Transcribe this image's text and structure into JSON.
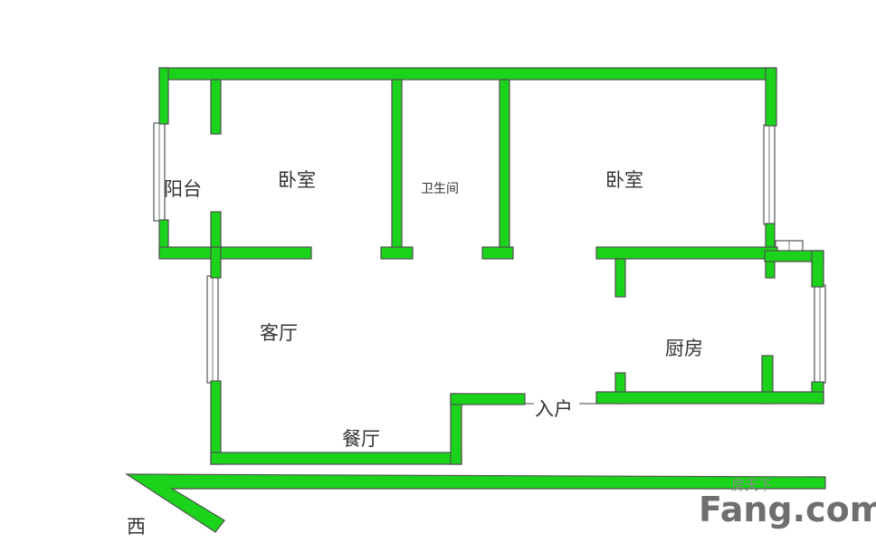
{
  "rooms": {
    "balcony": "阳台",
    "bedroom_left": "卧室",
    "bathroom": "卫生间",
    "bedroom_right": "卧室",
    "living_room": "客厅",
    "kitchen": "厨房",
    "dining_room": "餐厅",
    "entrance": "入户"
  },
  "orientation": {
    "label": "西"
  },
  "colors": {
    "wall": "#1ad31a",
    "outline": "#4f4f4f"
  },
  "watermark": {
    "brand": "Fang.com",
    "chinese": "房天下"
  }
}
